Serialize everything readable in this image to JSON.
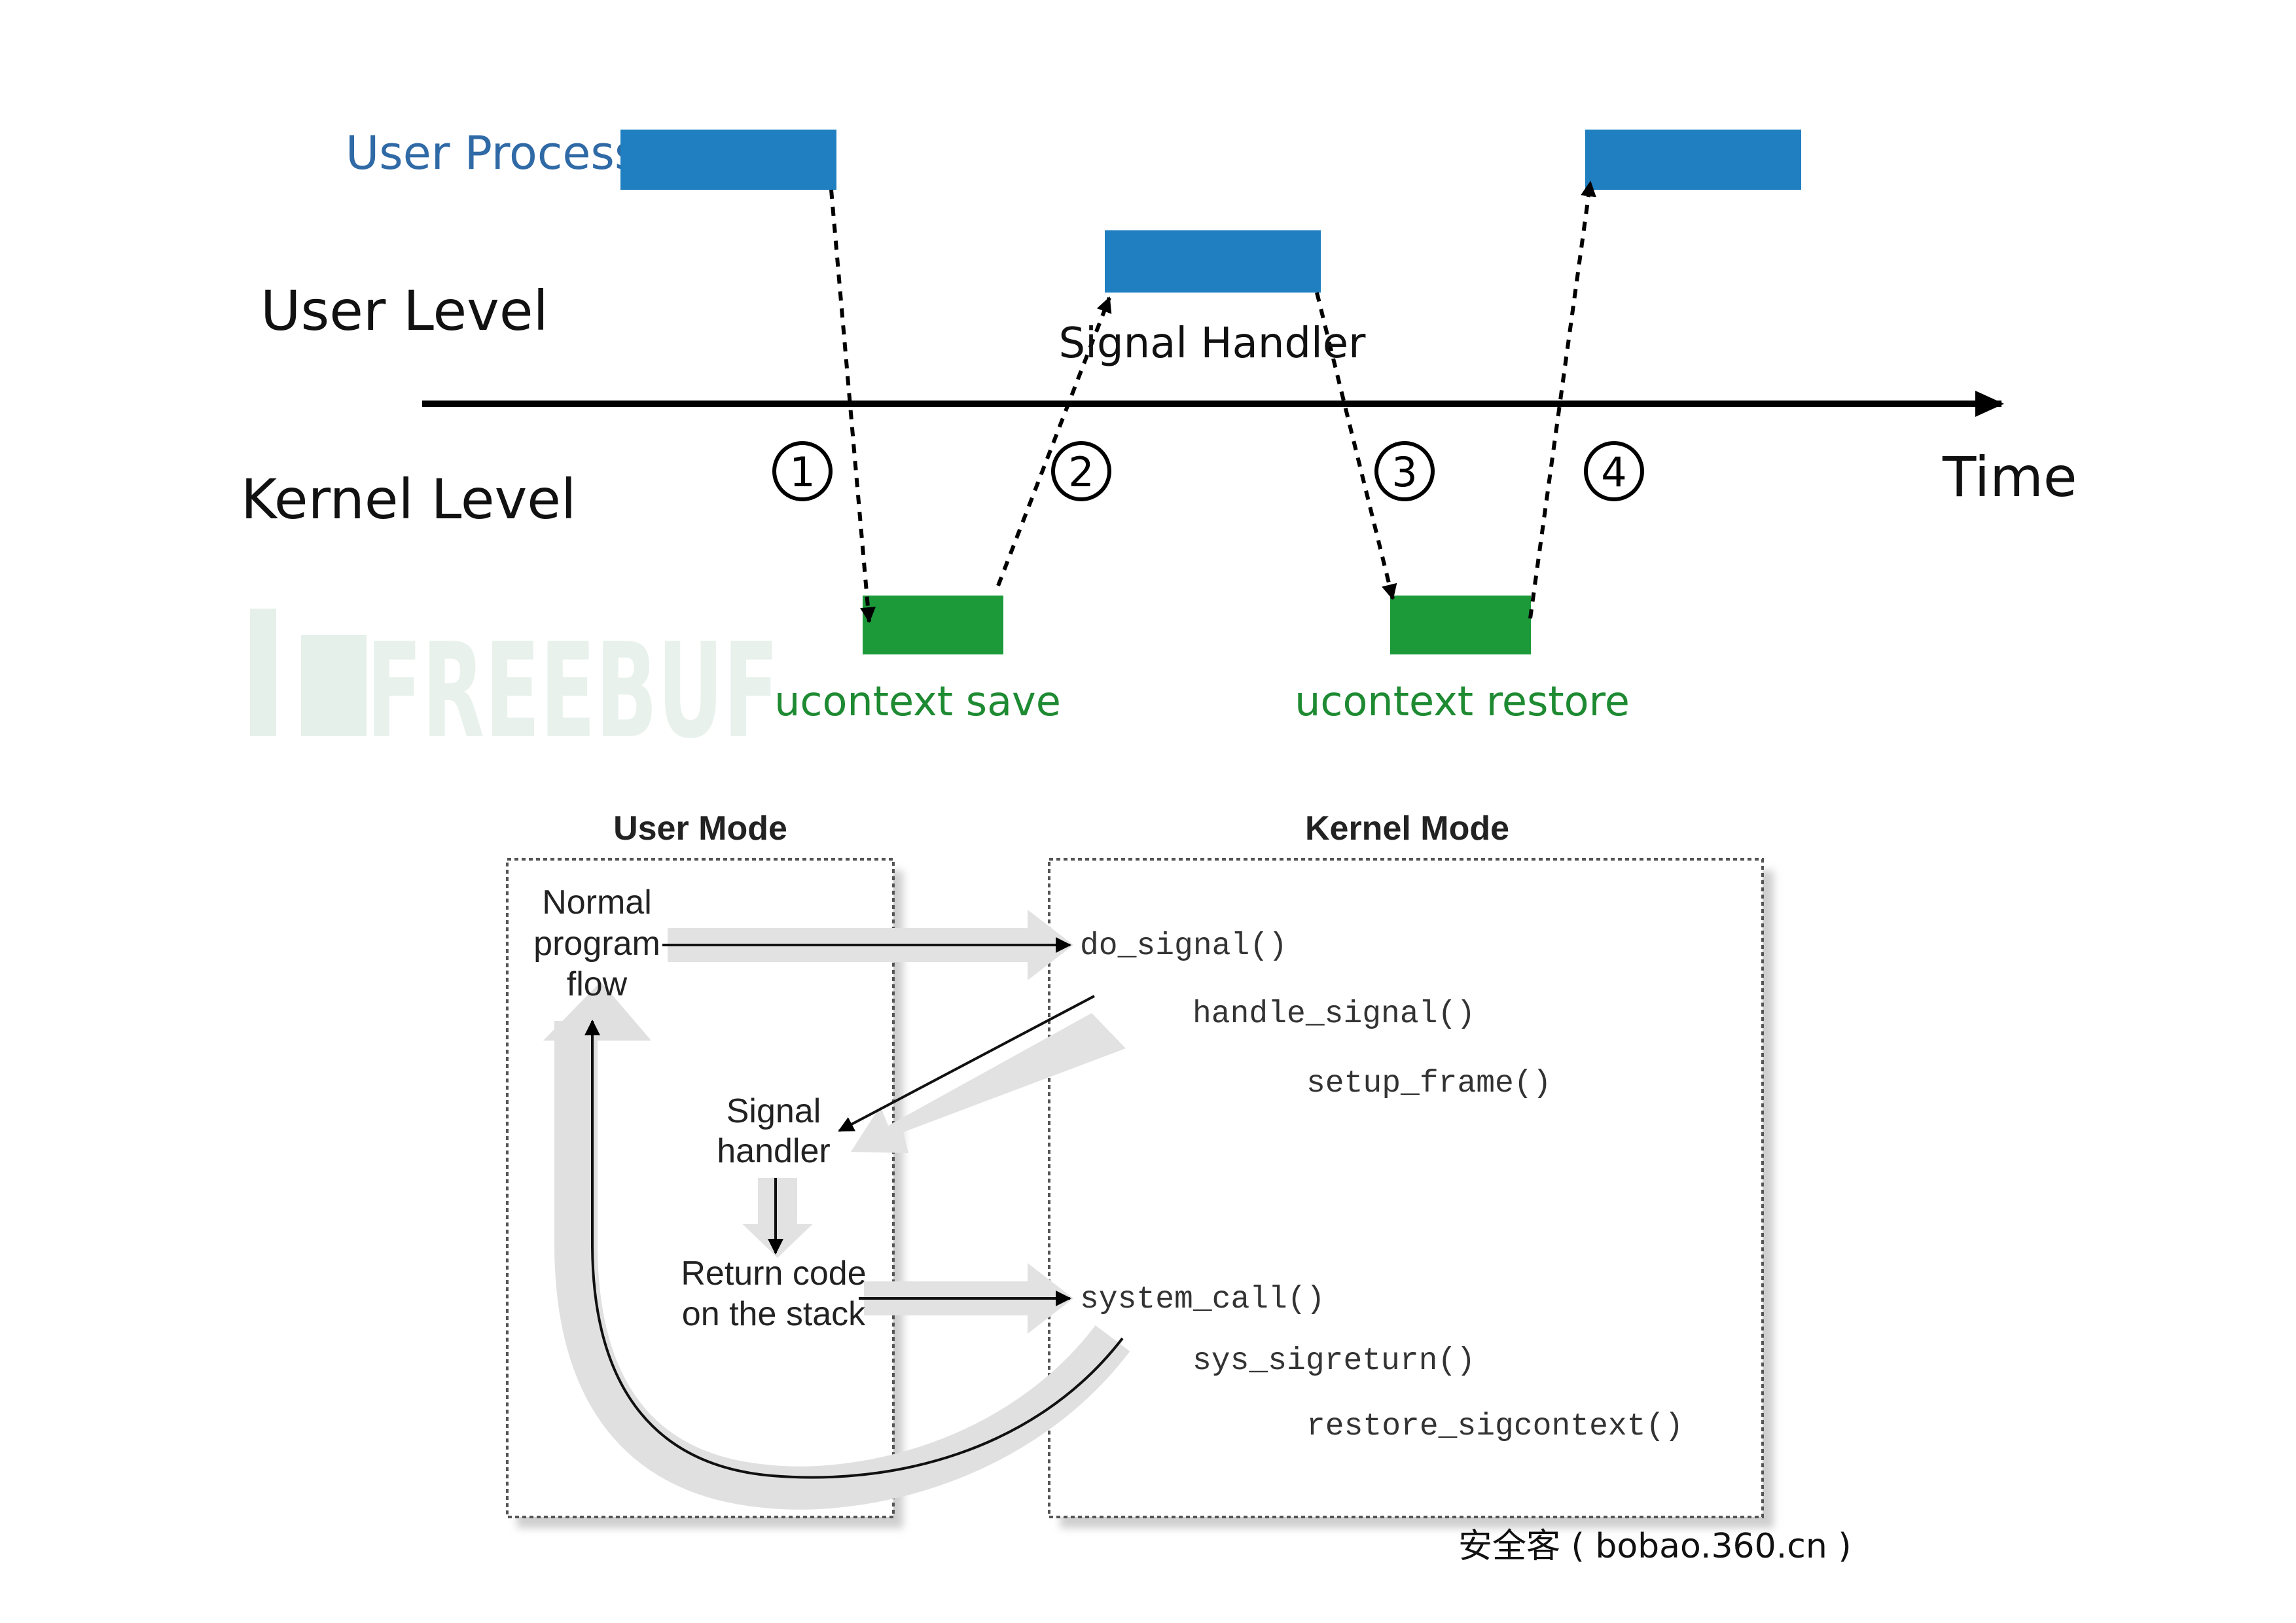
{
  "top_diagram": {
    "row_labels": {
      "user_process": "User Process",
      "user_level": "User Level",
      "kernel_level": "Kernel Level"
    },
    "axis_label": "Time",
    "signal_handler_label": "Signal Handler",
    "step_markers": [
      "1",
      "2",
      "3",
      "4"
    ],
    "kernel_boxes": {
      "save": "ucontext save",
      "restore": "ucontext restore"
    },
    "watermark": "FREEBUF",
    "colors": {
      "user_process_text": "#2f6aa6",
      "process_block": "#1f7fc0",
      "kernel_block": "#1c9a3a",
      "kernel_text": "#1e8a32",
      "axis": "#000000",
      "watermark": "#e8f1ec"
    }
  },
  "bottom_diagram": {
    "user_mode_title": "User Mode",
    "kernel_mode_title": "Kernel Mode",
    "user_items": {
      "normal_flow": [
        "Normal",
        "program",
        "flow"
      ],
      "signal_handler": [
        "Signal",
        "handler"
      ],
      "return_code": [
        "Return code",
        "on the stack"
      ]
    },
    "kernel_calls": {
      "do_signal": "do_signal()",
      "handle_signal": "handle_signal()",
      "setup_frame": "setup_frame()",
      "system_call": "system_call()",
      "sys_sigreturn": "sys_sigreturn()",
      "restore_sigcontext": "restore_sigcontext()"
    }
  },
  "source_caption": "安全客 ( bobao.360.cn )"
}
